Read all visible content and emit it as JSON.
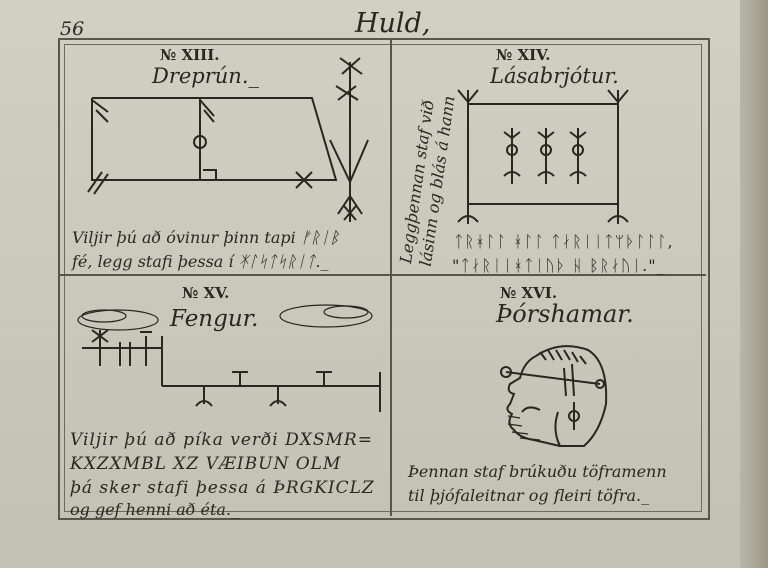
{
  "page_number": "56",
  "page_title": "Huld,",
  "sections": [
    {
      "number": "№ XIII.",
      "name": "Dreprún._",
      "text_lines": [
        "Viljir þú að óvinur þinn tapi ᚠᚱᛁᛒ",
        "fé, legg stafi þessa í ᛡᛚᛋᛏᛋᚱᛁᛏ._"
      ]
    },
    {
      "number": "№ XIV.",
      "name": "Lásabrjótur.",
      "side_lines": [
        "Leggþennan staf við",
        "lásinn og blás á hann"
      ],
      "text_lines": [
        "ᛏᚱᚼᛚᛚ ᚼᛚᛚ ᛏᛅᚱᛁᛁᛏᛘᚦᛚᛚᛚ,",
        "\"ᛏᛅᚱᛁᛁᚼᛏᛁᚢᚦ ᚺ ᛒᚱᛅᚢᛁ.\"_"
      ]
    },
    {
      "number": "№ XV.",
      "name": "Fengur.",
      "text_lines": [
        "Viljir þú að píka verði DXSMR=",
        "KXZXMBL XZ VÆIBUN OLM",
        "þá sker stafi þessa á ÞRGKICLZ",
        "og gef henni að éta._"
      ]
    },
    {
      "number": "№ XVI.",
      "name": "Þórshamar.",
      "text_lines": [
        "Þennan staf brúkuðu töframenn",
        "til þjófaleitnar og fleiri töfra._"
      ]
    }
  ]
}
